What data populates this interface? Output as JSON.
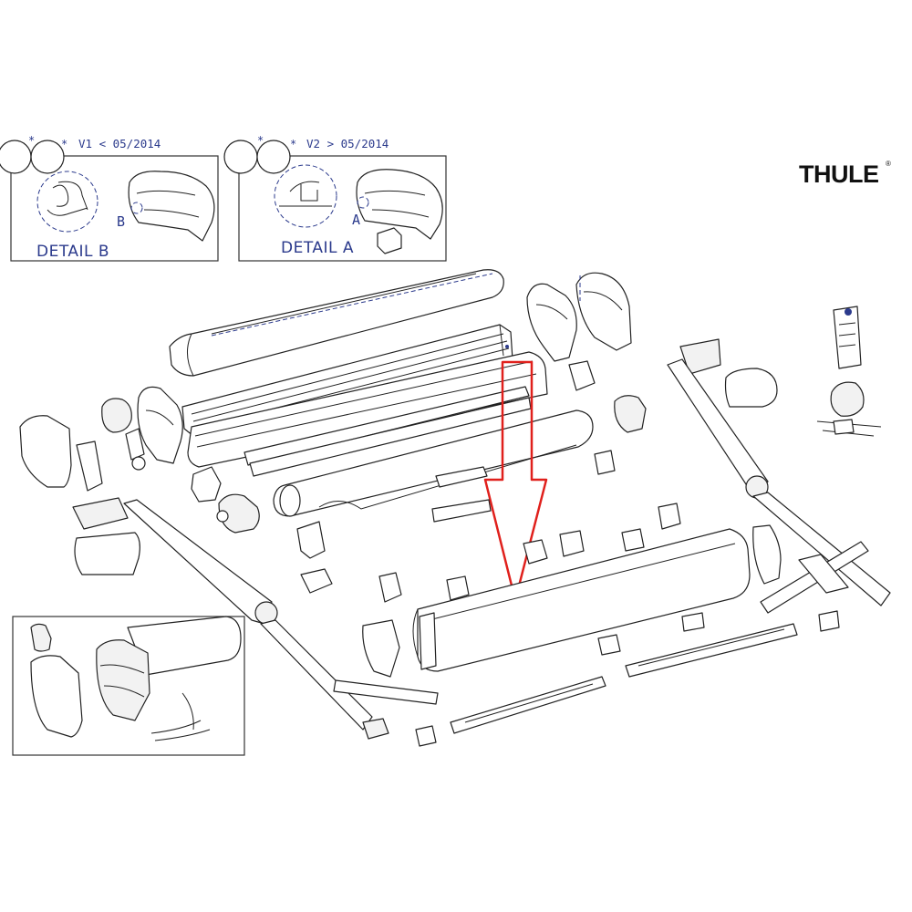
{
  "brand": {
    "logo_text": "THULE",
    "logo_mark": "®"
  },
  "versions": {
    "v1": {
      "star_a": "*",
      "star_b": "*",
      "label": "V1 < 05/2014",
      "detail_title": "DETAIL B",
      "callout": "B"
    },
    "v2": {
      "star_a": "*",
      "star_b": "*",
      "label": "V2 > 05/2014",
      "detail_title": "DETAIL A",
      "callout": "A"
    }
  },
  "colors": {
    "line": "#222222",
    "label_blue": "#2b3a8c",
    "arrow_red": "#e0201c"
  }
}
